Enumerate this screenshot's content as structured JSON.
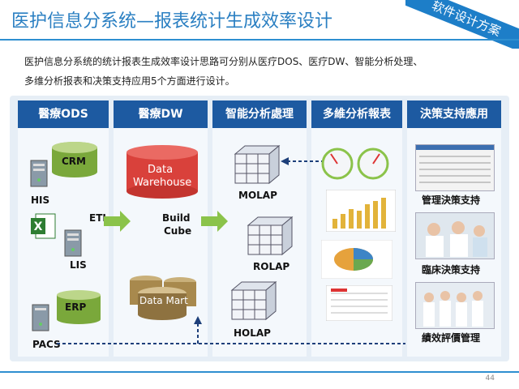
{
  "title": "医护信息分系统—报表统计生成效率设计",
  "ribbon": "软件设计方案",
  "intro": {
    "line1": "医护信息分系统的统计报表生成效率设计思路可分别从医疗DOS、医疗DW、智能分析处理、",
    "line2": "多维分析报表和决策支持应用5个方面进行设计。"
  },
  "columns": {
    "ods": "醫療ODS",
    "dw": "醫療DW",
    "olap": "智能分析處理",
    "report": "多維分析報表",
    "decision": "決策支持應用"
  },
  "ods": {
    "crm": "CRM",
    "his": "HIS",
    "lis": "LIS",
    "erp": "ERP",
    "pacs": "PACS"
  },
  "dw": {
    "etl": "ETL",
    "dw_line1": "Data",
    "dw_line2": "Warehouse",
    "build1": "Build",
    "build2": "Cube",
    "mart": "Data Mart"
  },
  "olap": {
    "molap": "MOLAP",
    "rolap": "ROLAP",
    "holap": "HOLAP"
  },
  "decision": {
    "mgmt": "管理決策支持",
    "clinic": "臨床決策支持",
    "perf": "績效評價管理"
  },
  "page_number": "44",
  "colors": {
    "brand": "#1d5aa1",
    "accent": "#2a7fc2",
    "green": "#7aa83b",
    "red": "#d9413b"
  }
}
